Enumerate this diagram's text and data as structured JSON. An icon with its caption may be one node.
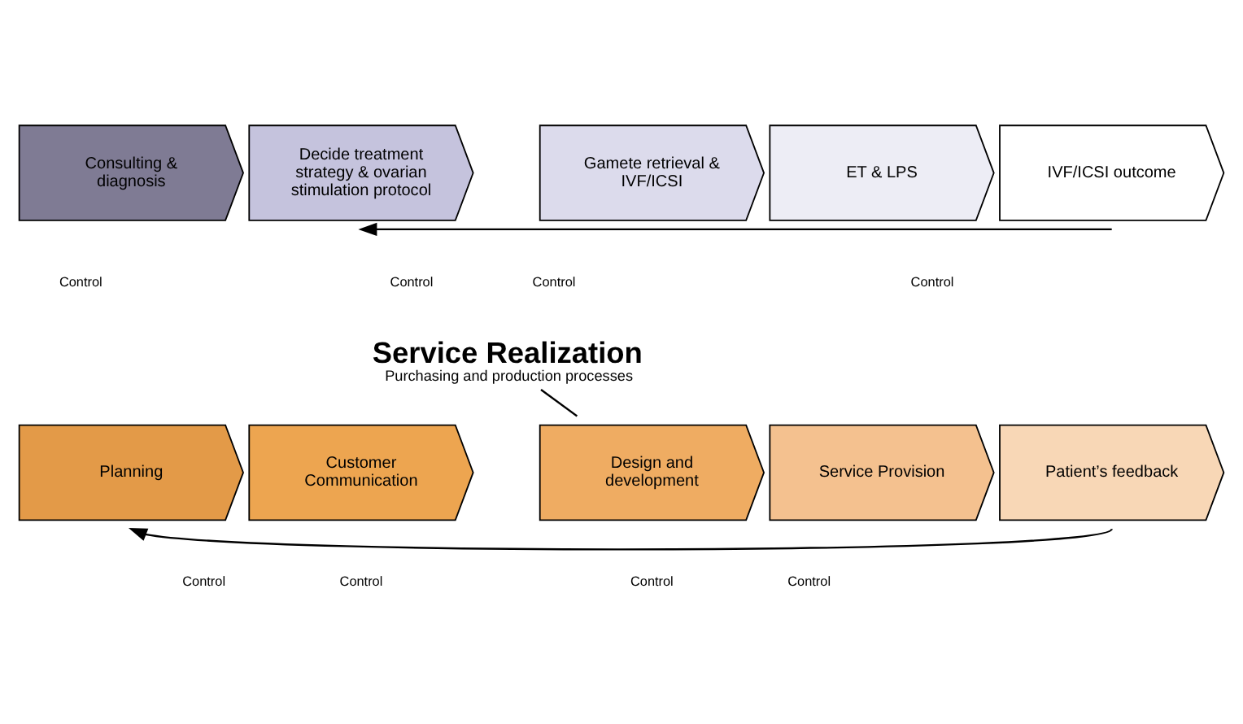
{
  "diagram": {
    "nodes": [
      {
        "text": [
          "Consulting & diagnosis"
        ]
      },
      {
        "text": [
          "Decide treatment strategy & ovarian stimulation protocol"
        ]
      },
      {
        "text": [
          "Gamete retrieval & IVF/ICSI"
        ]
      },
      {
        "text": [
          "ET & LPS"
        ]
      },
      {
        "text": [
          "IVF/ICSI outcome"
        ]
      },
      {
        "text": [
          "Service Realization",
          "Purchasing and production processes"
        ]
      },
      {
        "text": [
          "Planning"
        ]
      },
      {
        "text": [
          "Customer Communication"
        ]
      },
      {
        "text": [
          "Design and development"
        ]
      },
      {
        "text": [
          "Service Provision"
        ]
      },
      {
        "text": [
          "Patient’s feedback"
        ]
      }
    ],
    "edges": [
      {
        "from": 4,
        "to": 1,
        "arrow": "to"
      },
      {
        "from": 5,
        "to": 8,
        "arrow": "none"
      },
      {
        "from": 10,
        "to": 6,
        "arrow": "to"
      }
    ],
    "labels": [
      "Control",
      "Control",
      "Control",
      "Control",
      "Control",
      "Control",
      "Control",
      "Control"
    ]
  }
}
